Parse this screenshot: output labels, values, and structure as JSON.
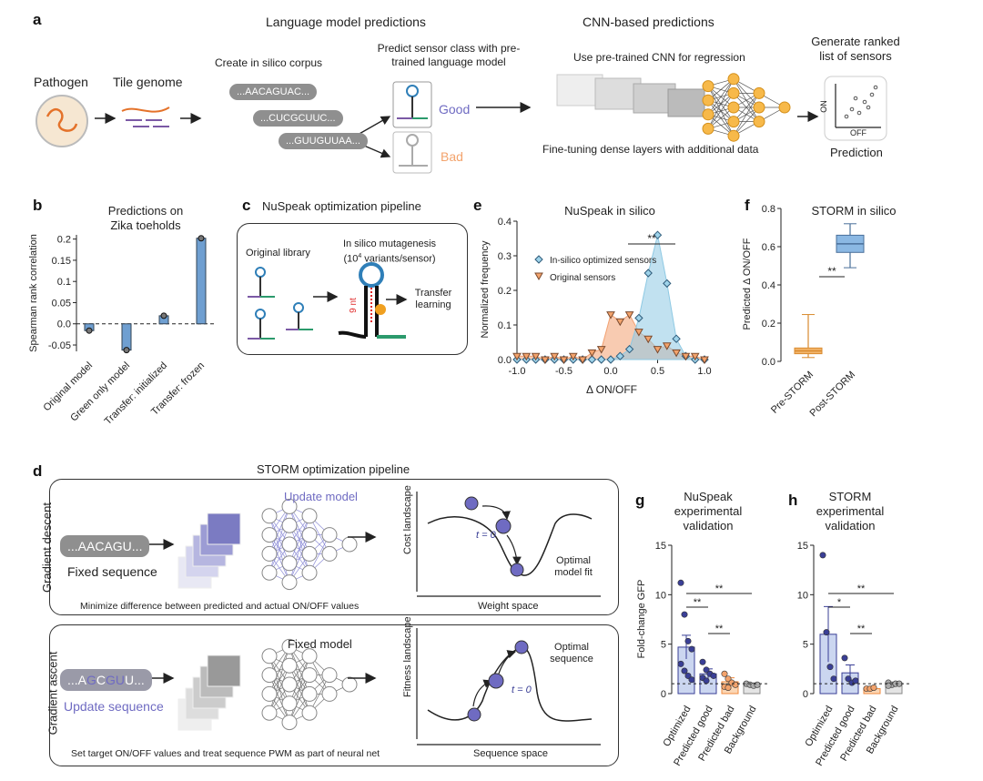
{
  "panel_labels": {
    "a": "a",
    "b": "b",
    "c": "c",
    "d": "d",
    "e": "e",
    "f": "f",
    "g": "g",
    "h": "h"
  },
  "panel_a": {
    "pathogen": "Pathogen",
    "tile_genome": "Tile genome",
    "lm_title": "Language model predictions",
    "corpus": "Create in silico corpus",
    "predict_class": "Predict sensor class with pre-trained language model",
    "seq1": "...AACAGUAC...",
    "seq2": "...CUCGCUUC...",
    "seq3": "...GUUGUUAA...",
    "good": "Good",
    "bad": "Bad",
    "cnn_title": "CNN-based predictions",
    "cnn_regression": "Use pre-trained CNN for regression",
    "fine_tune": "Fine-tuning dense layers with additional data",
    "ranked_list": "Generate ranked list of sensors",
    "on": "ON",
    "off": "OFF",
    "prediction": "Prediction"
  },
  "panel_c": {
    "title": "NuSpeak optimization pipeline",
    "original_library": "Original library",
    "mutagenesis": "In silico mutagenesis",
    "variants_prefix": "(10",
    "variants_exp": "4",
    "variants_suffix": " variants/sensor)",
    "nt": "9 nt",
    "transfer": "Transfer learning"
  },
  "panel_d": {
    "title": "STORM optimization pipeline",
    "gd_side": "Gradient descent",
    "ga_side": "Gradient ascent",
    "gd_seq": "...AACAGU...",
    "fixed_sequence": "Fixed sequence",
    "update_model": "Update model",
    "cost_landscape": "Cost landscape",
    "t0": "t = 0",
    "optimal_fit": "Optimal model fit",
    "weight_space": "Weight space",
    "gd_caption": "Minimize difference between predicted and actual ON/OFF values",
    "ga_seq_a": "...A",
    "ga_seq_g": "G",
    "ga_seq_c": "C",
    "ga_seq_gu": "GU",
    "ga_seq_u": "U...",
    "update_sequence": "Update sequence",
    "fixed_model": "Fixed model",
    "fitness_landscape": "Fitness landscape",
    "optimal_sequence": "Optimal sequence",
    "sequence_space": "Sequence space",
    "ga_caption": "Set target ON/OFF values and treat sequence PWM as part of neural net"
  },
  "colors": {
    "peach": "#fbeee0",
    "bar_blue": "#6f9fd1",
    "teal": "#8ec9e3",
    "orange": "#f2a071",
    "navy": "#3a3f96",
    "purple": "#6f6bc2",
    "bad_orange": "#f3a36c"
  },
  "chart_data": [
    {
      "id": "b",
      "type": "bar",
      "title": "Predictions on Zika toeholds",
      "ylabel": "Spearman rank correlation",
      "categories": [
        "Original model",
        "Green only model",
        "Transfer: initialized",
        "Transfer: frozen"
      ],
      "values": [
        -0.016,
        -0.062,
        0.019,
        0.202
      ],
      "yticks": [
        "0.2",
        "0.15",
        "0.1",
        "0.05",
        "0.0",
        "-0.05"
      ],
      "ylim": [
        -0.065,
        0.21
      ]
    },
    {
      "id": "e",
      "type": "area",
      "title": "NuSpeak in silico",
      "xlabel": "Δ ON/OFF",
      "ylabel": "Normalized frequency",
      "xticks": [
        "-1.0",
        "-0.5",
        "0.0",
        "0.5",
        "1.0"
      ],
      "yticks": [
        "0.4",
        "0.3",
        "0.2",
        "0.1",
        "0.0"
      ],
      "xlim": [
        -1.0,
        1.0
      ],
      "ylim": [
        0,
        0.4
      ],
      "significance": "**",
      "series": [
        {
          "name": "In-silico optimized sensors",
          "x": [
            -1.0,
            -0.9,
            -0.8,
            -0.7,
            -0.6,
            -0.5,
            -0.4,
            -0.3,
            -0.2,
            -0.1,
            0.0,
            0.1,
            0.2,
            0.3,
            0.4,
            0.5,
            0.6,
            0.7,
            0.8,
            0.9,
            1.0
          ],
          "y": [
            0,
            0,
            0,
            0,
            0,
            0,
            0,
            0,
            0,
            0,
            0,
            0.01,
            0.03,
            0.12,
            0.25,
            0.36,
            0.22,
            0.06,
            0.01,
            0,
            0
          ]
        },
        {
          "name": "Original sensors",
          "x": [
            -1.0,
            -0.9,
            -0.8,
            -0.7,
            -0.6,
            -0.5,
            -0.4,
            -0.3,
            -0.2,
            -0.1,
            0.0,
            0.1,
            0.2,
            0.3,
            0.4,
            0.5,
            0.6,
            0.7,
            0.8,
            0.9,
            1.0
          ],
          "y": [
            0.01,
            0.01,
            0.01,
            0,
            0.01,
            0,
            0.01,
            0,
            0.02,
            0.03,
            0.13,
            0.11,
            0.13,
            0.08,
            0.06,
            0.03,
            0.04,
            0.02,
            0.01,
            0.01,
            0
          ]
        }
      ]
    },
    {
      "id": "f",
      "type": "box",
      "title": "STORM in silico",
      "ylabel": "Predicted Δ ON/OFF",
      "categories": [
        "Pre-STORM",
        "Post-STORM"
      ],
      "yticks": [
        "0.8",
        "0.6",
        "0.4",
        "0.2",
        "0.0"
      ],
      "ylim": [
        0,
        0.8
      ],
      "significance": "**",
      "boxes": [
        {
          "min": 0.02,
          "q1": 0.04,
          "median": 0.055,
          "q3": 0.07,
          "max": 0.245
        },
        {
          "min": 0.49,
          "q1": 0.57,
          "median": 0.615,
          "q3": 0.66,
          "max": 0.72
        }
      ]
    },
    {
      "id": "g",
      "type": "bar",
      "title": "NuSpeak experimental validation",
      "ylabel": "Fold-change GFP",
      "categories": [
        "Optimized",
        "Predicted good",
        "Predicted bad",
        "Background"
      ],
      "values": [
        4.7,
        2.0,
        1.2,
        0.9
      ],
      "errors": [
        1.2,
        0.5,
        0.4,
        0.1
      ],
      "points": [
        [
          11.2,
          8.0,
          5.3,
          4.5,
          3.0,
          2.3,
          1.8,
          1.4
        ],
        [
          3.2,
          2.4,
          2.0,
          1.8,
          1.6,
          1.3
        ],
        [
          2.0,
          1.5,
          1.1,
          0.9,
          0.7,
          0.6
        ],
        [
          1.0,
          0.9,
          0.8,
          0.9
        ]
      ],
      "yticks": [
        "15",
        "10",
        "5",
        "0"
      ],
      "ylim": [
        0,
        15
      ],
      "significance": [
        "**",
        "**",
        "**"
      ],
      "baseline": 1.0
    },
    {
      "id": "h",
      "type": "bar",
      "title": "STORM experimental validation",
      "categories": [
        "Optimized",
        "Predicted good",
        "Predicted bad",
        "Background"
      ],
      "values": [
        6.0,
        2.1,
        0.5,
        1.0
      ],
      "errors": [
        2.8,
        0.8,
        0.1,
        0.1
      ],
      "points": [
        [
          14.0,
          6.2,
          2.7,
          1.5
        ],
        [
          3.6,
          1.5,
          1.1,
          1.3
        ],
        [
          0.5,
          0.5,
          0.6
        ],
        [
          1.1,
          0.9,
          1.0,
          1.0,
          0.8
        ]
      ],
      "yticks": [
        "15",
        "10",
        "5",
        "0"
      ],
      "ylim": [
        0,
        15
      ],
      "significance": [
        "**",
        "*",
        "**"
      ],
      "baseline": 1.0
    }
  ]
}
